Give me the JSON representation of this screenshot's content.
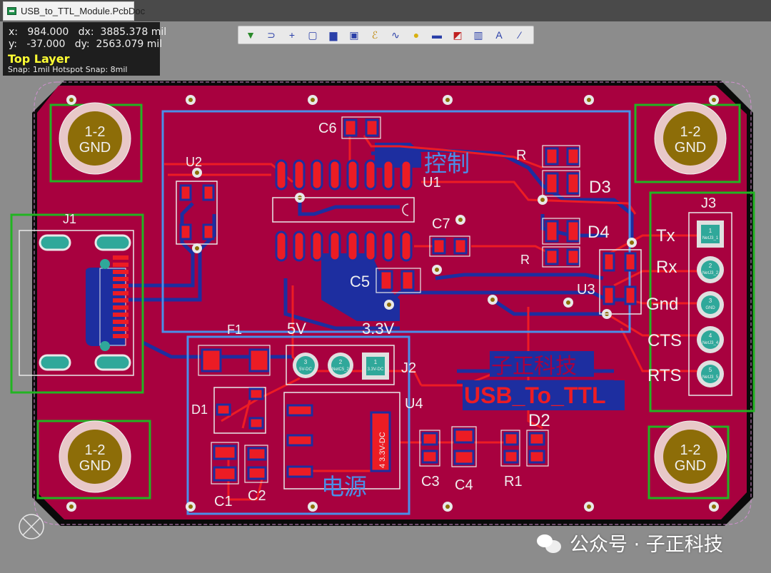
{
  "tab": {
    "title": "USB_to_TTL_Module.PcbDoc",
    "icon": "pcb-document-icon"
  },
  "status": {
    "x_label": "x:",
    "x_value": "984.000",
    "dx_label": "dx:",
    "dx_value": "3885.378 mil",
    "y_label": "y:",
    "y_value": "-37.000",
    "dy_label": "dy:",
    "dy_value": "2563.079 mil",
    "layer": "Top Layer",
    "snap": "Snap: 1mil Hotspot Snap: 8mil"
  },
  "toolbar": [
    {
      "name": "filter-icon",
      "glyph": "▼",
      "color": "#2a8a2a"
    },
    {
      "name": "route-icon",
      "glyph": "⊃",
      "color": "#2a3fa8"
    },
    {
      "name": "crosshair-icon",
      "glyph": "+",
      "color": "#2a3fa8"
    },
    {
      "name": "select-rect-icon",
      "glyph": "▢",
      "color": "#2a3fa8"
    },
    {
      "name": "align-icon",
      "glyph": "▆",
      "color": "#2a3fa8"
    },
    {
      "name": "component-icon",
      "glyph": "▣",
      "color": "#2a3fa8"
    },
    {
      "name": "interactive-route-icon",
      "glyph": "ℰ",
      "color": "#c08a10"
    },
    {
      "name": "diff-pair-icon",
      "glyph": "∿",
      "color": "#2a3fa8"
    },
    {
      "name": "via-icon",
      "glyph": "●",
      "color": "#d8b010"
    },
    {
      "name": "fill-icon",
      "glyph": "▬",
      "color": "#2a3fa8"
    },
    {
      "name": "region-icon",
      "glyph": "◩",
      "color": "#c02020"
    },
    {
      "name": "chart-icon",
      "glyph": "▥",
      "color": "#2a3fa8"
    },
    {
      "name": "text-icon",
      "glyph": "A",
      "color": "#2a3fa8"
    },
    {
      "name": "line-icon",
      "glyph": "⁄",
      "color": "#2a3fa8"
    }
  ],
  "colors": {
    "board": "#a8013f",
    "copper_top": "#ec1c24",
    "copper_bottom": "#1d2ea0",
    "silk": "#f0f0f0",
    "room_blue": "#4a8fe8",
    "room_green": "#22b422",
    "pad_gold": "#8d6d08",
    "background": "#8c8c8c"
  },
  "labels": {
    "gnd_pad": "1-2\nGND",
    "j1": "J1",
    "u2": "U2",
    "c6": "C6",
    "u1": "U1",
    "r_top": "R",
    "d3": "D3",
    "d4": "D4",
    "r_mid": "R",
    "c7": "C7",
    "c5": "C5",
    "u3": "U3",
    "j3": "J3",
    "tx": "Tx",
    "rx": "Rx",
    "gnd": "Gnd",
    "cts": "CTS",
    "rts": "RTS",
    "f1": "F1",
    "v5": "5V",
    "v33": "3.3V",
    "j2": "J2",
    "d1": "D1",
    "u4": "U4",
    "c1": "C1",
    "c2": "C2",
    "c3": "C3",
    "c4": "C4",
    "r1": "R1",
    "d2": "D2",
    "control": "控制",
    "power": "电源",
    "brand": "子正科技",
    "product": "USB_To_TTL",
    "u4_part": "4 3.3V-DC",
    "j2p3": "3",
    "j2p3n": "5V-DC",
    "j2p2": "2",
    "j2p2n": "NetC5_2",
    "j2p1": "1",
    "j2p1n": "3.3V-DC",
    "j3p1": "1",
    "j3p1n": "NetJ3_1",
    "j3p2": "2",
    "j3p2n": "NetJ3_2",
    "j3p3": "3",
    "j3p3n": "GND",
    "j3p4": "4",
    "j3p4n": "NetJ3_4",
    "j3p5": "5",
    "j3p5n": "NetJ3_5"
  },
  "watermark": {
    "text": "公众号 · 子正科技",
    "icon": "wechat-icon"
  }
}
